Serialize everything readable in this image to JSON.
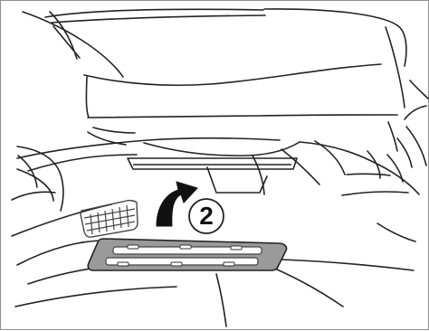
{
  "callout": {
    "step_number": "2"
  },
  "colors": {
    "line": "#222222",
    "arrow_fill": "#111111",
    "filter_fill": "#9a9a9a",
    "filter_slot": "#ffffff",
    "frame": "#8e8e8e",
    "vent": "#444444"
  },
  "icons": {
    "arrow": "curved-up-arrow",
    "filter": "cabin-air-filter",
    "vent": "grille-vent"
  }
}
